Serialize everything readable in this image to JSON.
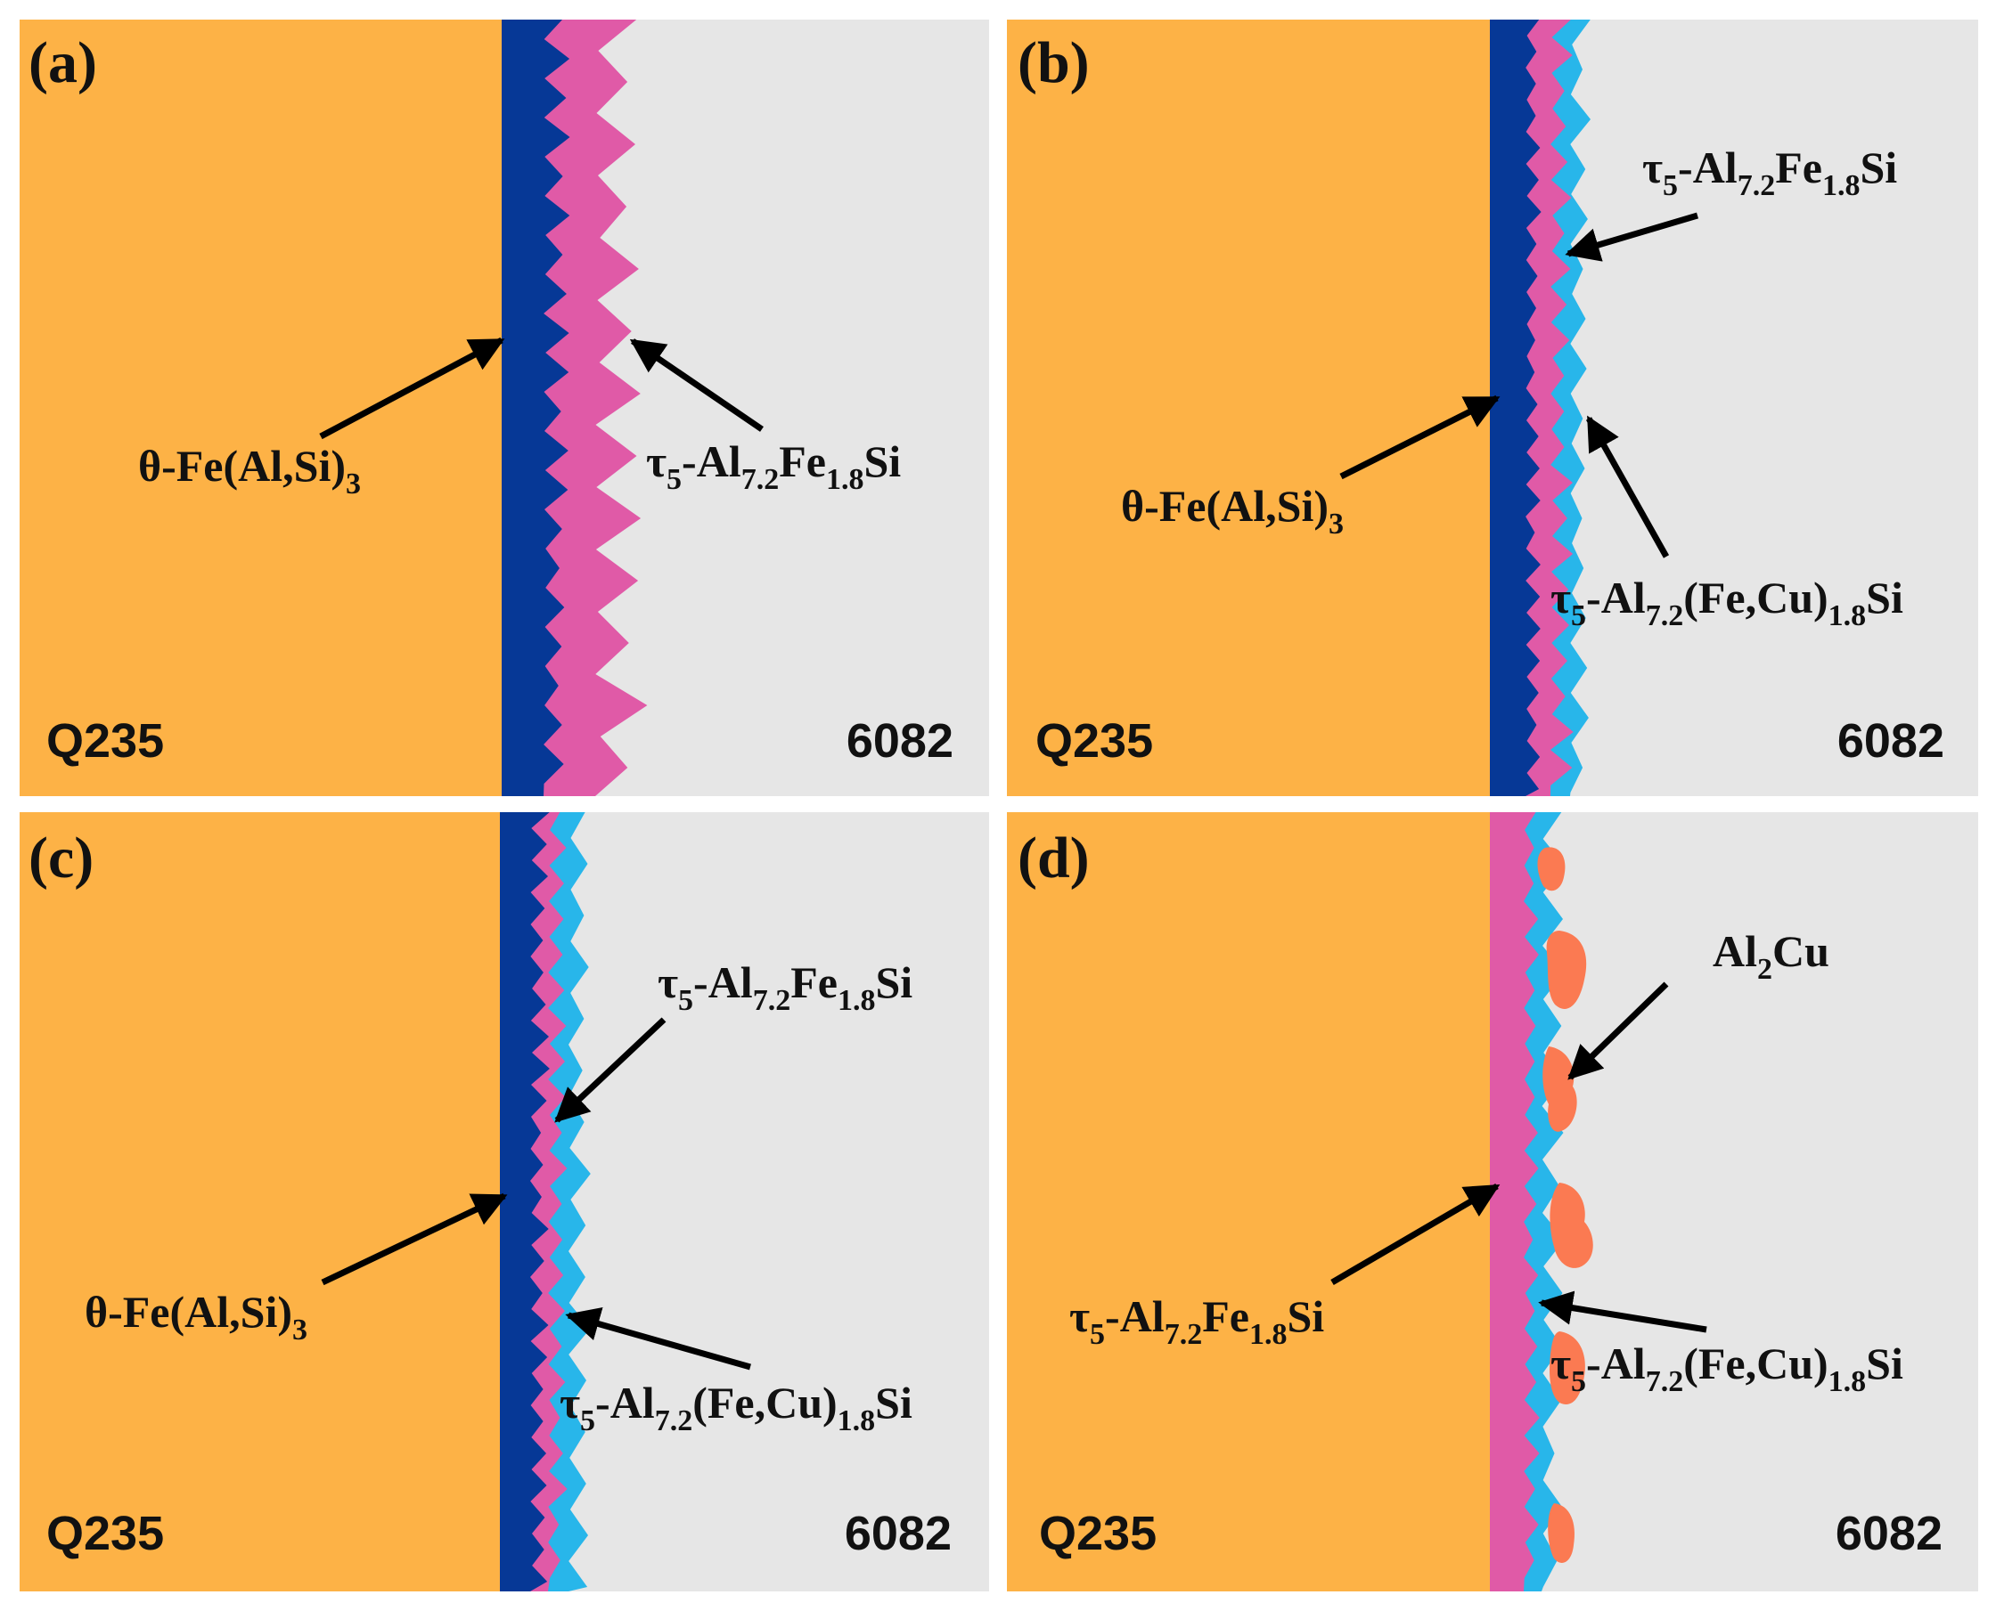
{
  "figure": {
    "colors": {
      "steel": "#fdb246",
      "aluminum": "#e6e6e6",
      "theta": "#063896",
      "tau5": "#e05aa7",
      "tau5_cu": "#28b6ea",
      "al2cu": "#fb7a52",
      "text": "#111111"
    },
    "panels": [
      {
        "label": "(a)",
        "left_material": "Q235",
        "right_material": "6082",
        "annotations": [
          {
            "pre": "θ-Fe(Al,Si)",
            "sub1": "3",
            "mid1": "",
            "sub2": "",
            "post": ""
          },
          {
            "pre": "τ",
            "sub1": "5",
            "mid1": "-Al",
            "sub2": "7.2",
            "post": "Fe",
            "sub3": "1.8",
            "tail": "Si"
          }
        ]
      },
      {
        "label": "(b)",
        "left_material": "Q235",
        "right_material": "6082",
        "annotations": [
          {
            "pre": "τ",
            "sub1": "5",
            "mid1": "-Al",
            "sub2": "7.2",
            "post": "Fe",
            "sub3": "1.8",
            "tail": "Si"
          },
          {
            "pre": "θ-Fe(Al,Si)",
            "sub1": "3",
            "mid1": "",
            "sub2": "",
            "post": ""
          },
          {
            "pre": "τ",
            "sub1": "5",
            "mid1": "-Al",
            "sub2": "7.2",
            "post": "(Fe,Cu)",
            "sub3": "1.8",
            "tail": "Si"
          }
        ]
      },
      {
        "label": "(c)",
        "left_material": "Q235",
        "right_material": "6082",
        "annotations": [
          {
            "pre": "τ",
            "sub1": "5",
            "mid1": "-Al",
            "sub2": "7.2",
            "post": "Fe",
            "sub3": "1.8",
            "tail": "Si"
          },
          {
            "pre": "θ-Fe(Al,Si)",
            "sub1": "3",
            "mid1": "",
            "sub2": "",
            "post": ""
          },
          {
            "pre": "τ",
            "sub1": "5",
            "mid1": "-Al",
            "sub2": "7.2",
            "post": "(Fe,Cu)",
            "sub3": "1.8",
            "tail": "Si"
          }
        ]
      },
      {
        "label": "(d)",
        "left_material": "Q235",
        "right_material": "6082",
        "annotations": [
          {
            "pre": "Al",
            "sub1": "2",
            "mid1": "Cu",
            "sub2": "",
            "post": ""
          },
          {
            "pre": "τ",
            "sub1": "5",
            "mid1": "-Al",
            "sub2": "7.2",
            "post": "Fe",
            "sub3": "1.8",
            "tail": "Si"
          },
          {
            "pre": "τ",
            "sub1": "5",
            "mid1": "-Al",
            "sub2": "7.2",
            "post": "(Fe,Cu)",
            "sub3": "1.8",
            "tail": "Si"
          }
        ]
      }
    ]
  }
}
